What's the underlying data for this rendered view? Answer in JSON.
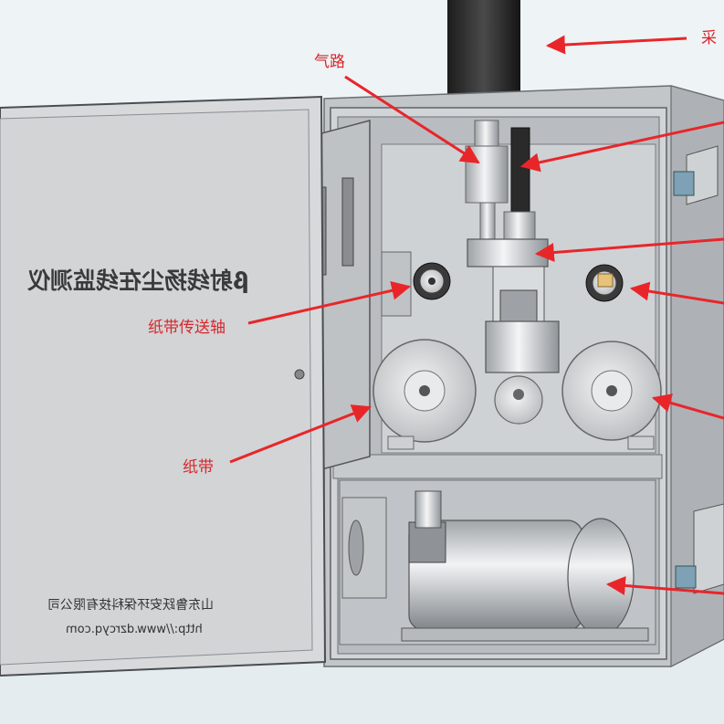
{
  "labels": {
    "gas_path": "气路",
    "sampling_partial": "采",
    "tape_transport_shaft": "纸带传送轴",
    "paper_tape": "纸带"
  },
  "door_panel": {
    "title_mirrored": "β射线扬尘在线监测仪",
    "company_mirrored": "山东鲁跃安环保科技有限公司",
    "url_mirrored": "http://www.dzrcyq.com"
  },
  "colors": {
    "annotation_red": "#e8262a",
    "cabinet_grey": "#c9cccf",
    "panel_grey": "#d6d8da",
    "background": "#eef3f5"
  }
}
